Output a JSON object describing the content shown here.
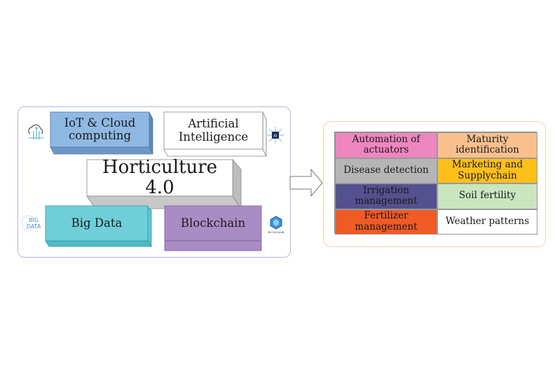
{
  "diagram": {
    "center": {
      "label": "Horticulture 4.0"
    },
    "technologies": [
      {
        "label": "IoT & Cloud computing",
        "icon": "cloud-iot-icon",
        "color": "#8fb8e3"
      },
      {
        "label": "Artificial Intelligence",
        "icon": "ai-chip-icon",
        "color": "#ffffff"
      },
      {
        "label": "Big Data",
        "icon": "big-data-icon",
        "color": "#6fcfd8"
      },
      {
        "label": "Blockchain",
        "icon": "blockchain-icon",
        "color": "#a98cc4"
      }
    ],
    "icon_texts": {
      "big_data": "BIG DATA",
      "blockchain": "BLOCKCHAIN",
      "ai": "AI"
    },
    "applications": [
      {
        "label": "Automation of actuators",
        "color": "#ee86c0"
      },
      {
        "label": "Maturity identification",
        "color": "#f9c08e"
      },
      {
        "label": "Disease detection",
        "color": "#b5b5b5"
      },
      {
        "label": "Marketing and Supplychain",
        "color": "#ffbf1a"
      },
      {
        "label": "Irrigation management",
        "color": "#55508f"
      },
      {
        "label": "Soil fertility",
        "color": "#c9e6bf"
      },
      {
        "label": "Fertilizer management",
        "color": "#f05a24"
      },
      {
        "label": "Weather patterns",
        "color": "#ffffff"
      }
    ]
  }
}
